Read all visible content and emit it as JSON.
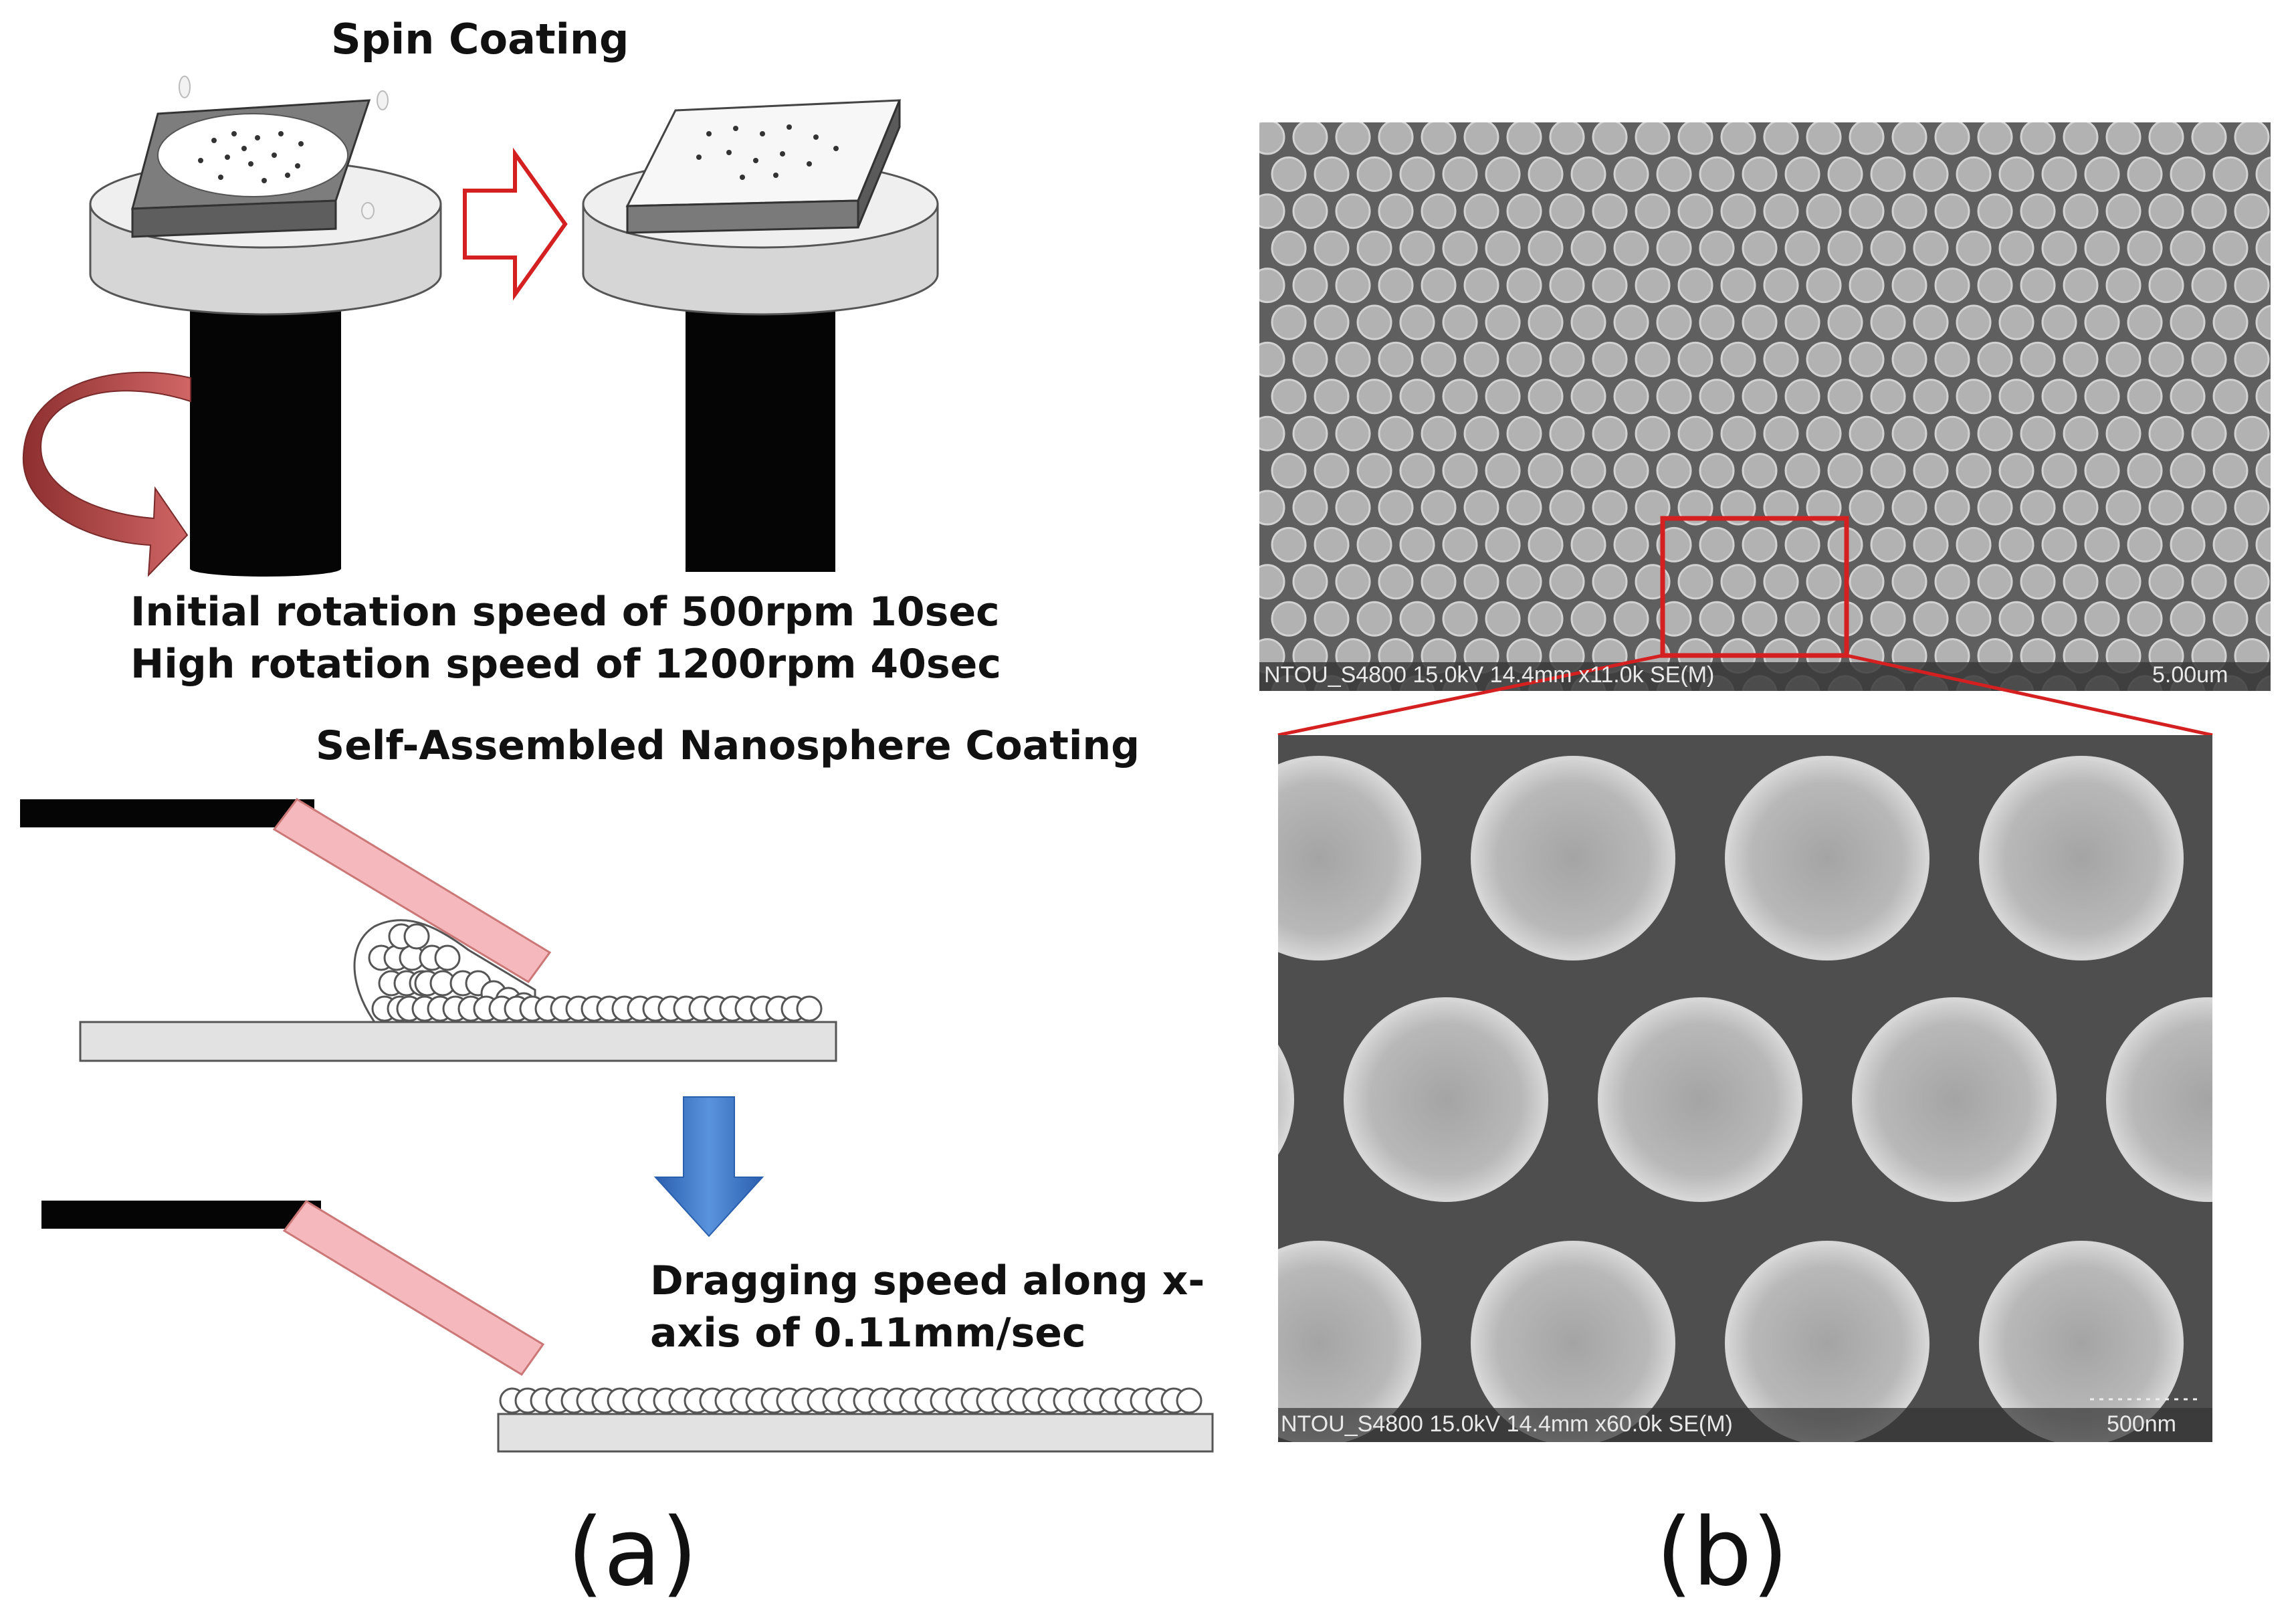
{
  "spin_coating": {
    "title": "Spin Coating",
    "line1": "Initial rotation speed of 500rpm 10sec",
    "line2": "High rotation speed of 1200rpm 40sec"
  },
  "self_assembled": {
    "title": "Self-Assembled Nanosphere Coating",
    "drag_line1": "Dragging speed along x-",
    "drag_line2": "axis of 0.11mm/sec"
  },
  "panels": {
    "a": "(a)",
    "b": "(b)"
  },
  "sem_top": {
    "info": "NTOU_S4800 15.0kV 14.4mm x11.0k SE(M)",
    "scale": "5.00um"
  },
  "sem_bottom": {
    "info": "NTOU_S4800 15.0kV 14.4mm x60.0k SE(M)",
    "scale": "500nm"
  },
  "colors": {
    "zoom_box": "#d42020",
    "rotation_arrow": "#b84848",
    "down_arrow": "#3c74c4",
    "blade": "#f5b8bc"
  }
}
